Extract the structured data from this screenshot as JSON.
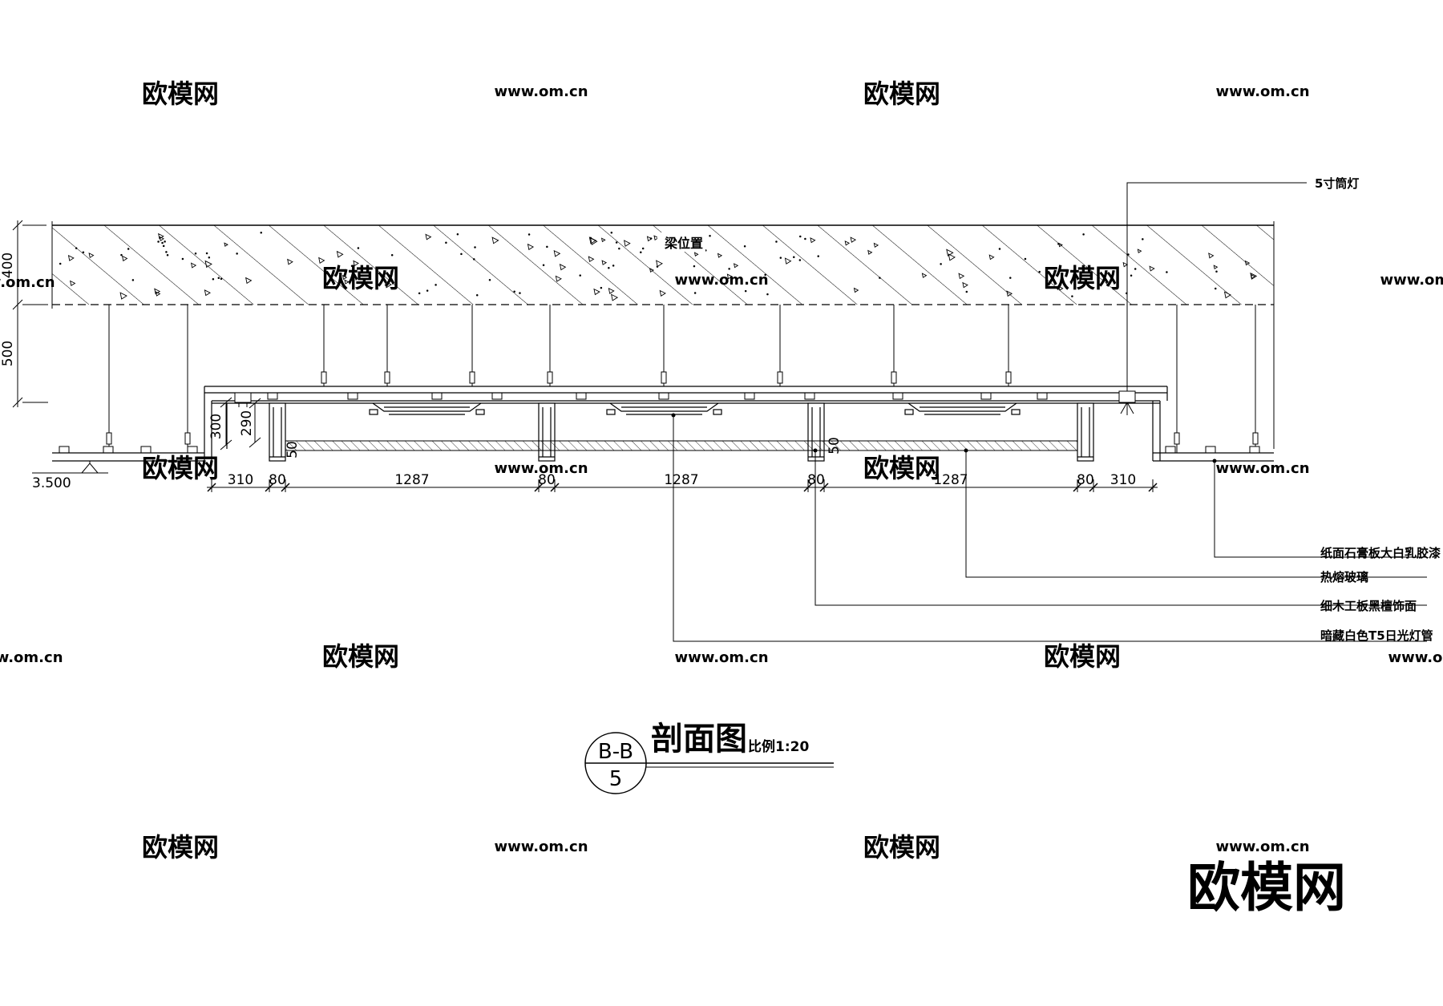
{
  "watermark": {
    "brand": "欧模网",
    "url": "www.om.cn"
  },
  "section": {
    "beam_label": "梁位置",
    "level": "3.500"
  },
  "dimensions": {
    "vertical_left": [
      "400",
      "500"
    ],
    "drop_outer": "300",
    "drop_inner": "290",
    "glass_gap_a": "50",
    "glass_gap_b": "50",
    "horizontal": [
      "310",
      "80",
      "1287",
      "80",
      "1287",
      "80",
      "1287",
      "80",
      "310"
    ]
  },
  "callouts": [
    "5寸筒灯",
    "纸面石膏板大白乳胶漆",
    "热熔玻璃",
    "细木工板黑檀饰面",
    "暗藏白色T5日光灯管"
  ],
  "title": {
    "main": "剖面图",
    "scale": "比例1:20",
    "section_code": "B-B",
    "sheet_no": "5"
  }
}
